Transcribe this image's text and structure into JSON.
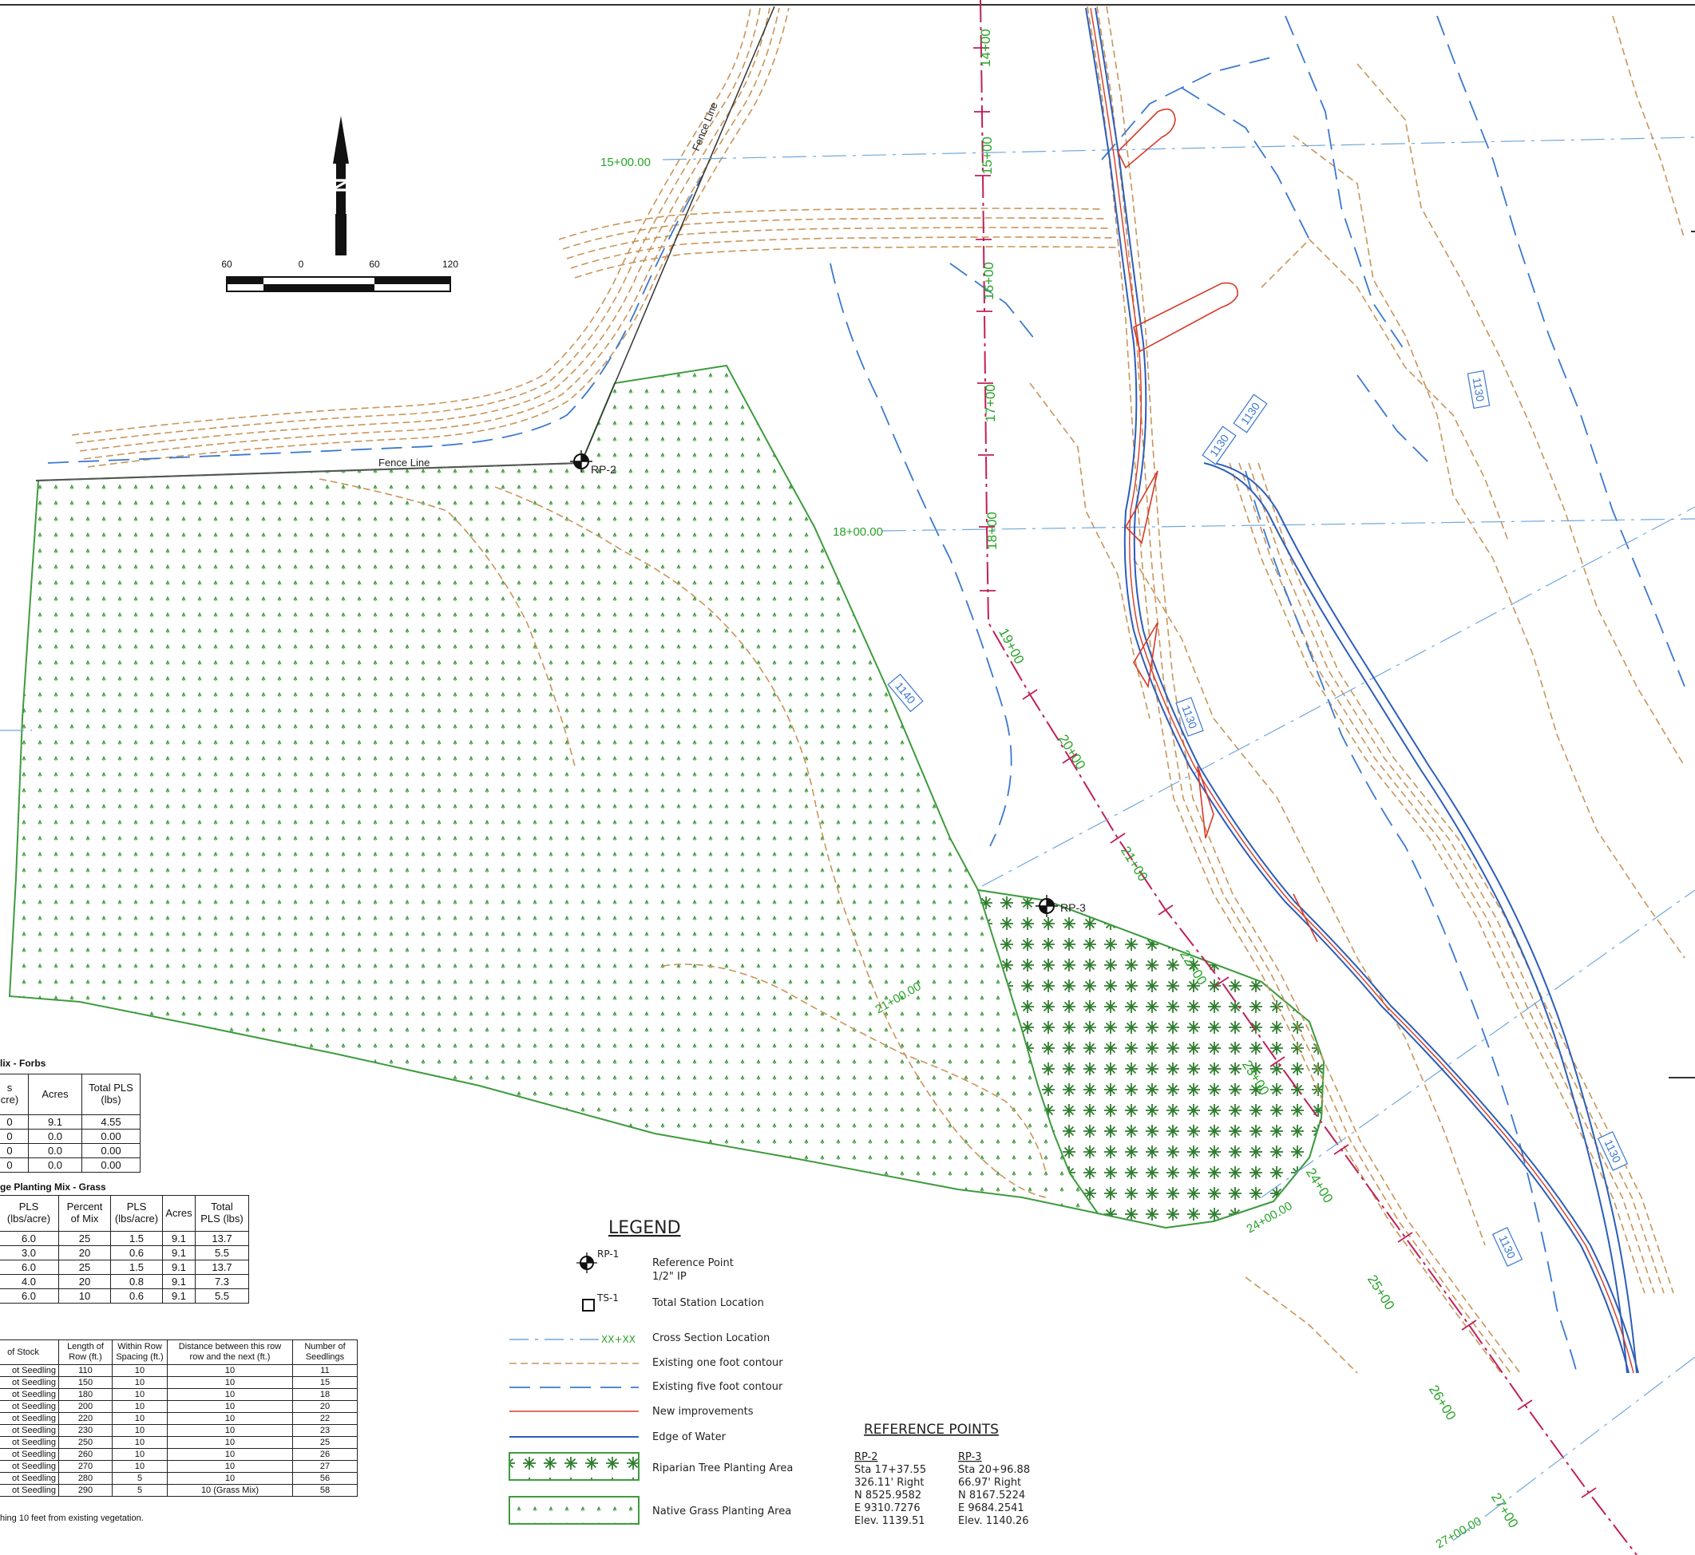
{
  "colors": {
    "grass_area": "#3e9b3e",
    "contour_one_foot": "#c8955a",
    "contour_five_foot": "#3b78d0",
    "improvements": "#d63a2a",
    "edge_of_water": "#2d5dba",
    "centerline": "#c01f5a",
    "station_text": "#27a327"
  },
  "map": {
    "north_arrow_label": "N",
    "scale_bar": {
      "labels": [
        "60",
        "0",
        "60",
        "120"
      ]
    },
    "fence_line_labels": [
      "Fence Line",
      "Fence Line"
    ],
    "contour_labels": [
      "1130",
      "1130",
      "1130",
      "1140",
      "1130",
      "1130",
      "1130"
    ],
    "stations_centerline": [
      "14+00",
      "15+00",
      "16+00",
      "17+00",
      "18+00",
      "19+00",
      "20+00",
      "21+00",
      "22+00",
      "23+00",
      "24+00",
      "25+00",
      "26+00",
      "27+00"
    ],
    "cross_sections": [
      "15+00.00",
      "18+00.00",
      "21+00.00",
      "24+00.00",
      "27+00.00"
    ],
    "reference_points": [
      "RP-2",
      "RP-3"
    ]
  },
  "forbs_table": {
    "title": "lix - Forbs",
    "headers": [
      "s\ncre)",
      "Acres",
      "Total PLS\n(lbs)"
    ],
    "rows": [
      [
        "0",
        "9.1",
        "4.55"
      ],
      [
        "0",
        "0.0",
        "0.00"
      ],
      [
        "0",
        "0.0",
        "0.00"
      ],
      [
        "0",
        "0.0",
        "0.00"
      ]
    ]
  },
  "grass_table": {
    "title": "ge Planting Mix - Grass",
    "headers": [
      "PLS\n(lbs/acre)",
      "Percent\nof Mix",
      "PLS\n(lbs/acre)",
      "Acres",
      "Total\nPLS (lbs)"
    ],
    "rows": [
      [
        "6.0",
        "25",
        "1.5",
        "9.1",
        "13.7"
      ],
      [
        "3.0",
        "20",
        "0.6",
        "9.1",
        "5.5"
      ],
      [
        "6.0",
        "25",
        "1.5",
        "9.1",
        "13.7"
      ],
      [
        "4.0",
        "20",
        "0.8",
        "9.1",
        "7.3"
      ],
      [
        "6.0",
        "10",
        "0.6",
        "9.1",
        "5.5"
      ]
    ]
  },
  "stock_table": {
    "headers": [
      "of Stock",
      "Length of\nRow (ft.)",
      "Within Row\nSpacing (ft.)",
      "Distance between this row\nrow and the next (ft.)",
      "Number of\nSeedlings"
    ],
    "rows": [
      [
        "ot Seedling",
        "110",
        "10",
        "10",
        "11"
      ],
      [
        "ot Seedling",
        "150",
        "10",
        "10",
        "15"
      ],
      [
        "ot Seedling",
        "180",
        "10",
        "10",
        "18"
      ],
      [
        "ot Seedling",
        "200",
        "10",
        "10",
        "20"
      ],
      [
        "ot Seedling",
        "220",
        "10",
        "10",
        "22"
      ],
      [
        "ot Seedling",
        "230",
        "10",
        "10",
        "23"
      ],
      [
        "ot Seedling",
        "250",
        "10",
        "10",
        "25"
      ],
      [
        "ot Seedling",
        "260",
        "10",
        "10",
        "26"
      ],
      [
        "ot Seedling",
        "270",
        "10",
        "10",
        "27"
      ],
      [
        "ot Seedling",
        "280",
        "5",
        "10",
        "56"
      ],
      [
        "ot Seedling",
        "290",
        "5",
        "10 (Grass Mix)",
        "58"
      ]
    ],
    "note": "hing 10 feet from existing vegetation."
  },
  "legend": {
    "title": "LEGEND",
    "ref_point_tag": "RP-1",
    "ref_point": [
      "Reference Point",
      "1/2\" IP"
    ],
    "ts_tag": "TS-1",
    "total_station": "Total Station Location",
    "xs_tag": "XX+XX",
    "cross_section": "Cross Section Location",
    "one_foot": "Existing one foot contour",
    "five_foot": "Existing five foot contour",
    "new_improvements": "New improvements",
    "edge_water": "Edge of Water",
    "riparian": "Riparian Tree Planting Area",
    "native_grass": "Native Grass Planting Area"
  },
  "reference_points": {
    "title": "REFERENCE POINTS",
    "rp2": {
      "name": "RP-2",
      "lines": [
        "Sta 17+37.55",
        "326.11' Right",
        "N 8525.9582",
        "E 9310.7276",
        "Elev. 1139.51"
      ]
    },
    "rp3": {
      "name": "RP-3",
      "lines": [
        "Sta 20+96.88",
        "66.97' Right",
        "N 8167.5224",
        "E 9684.2541",
        "Elev. 1140.26"
      ]
    }
  }
}
